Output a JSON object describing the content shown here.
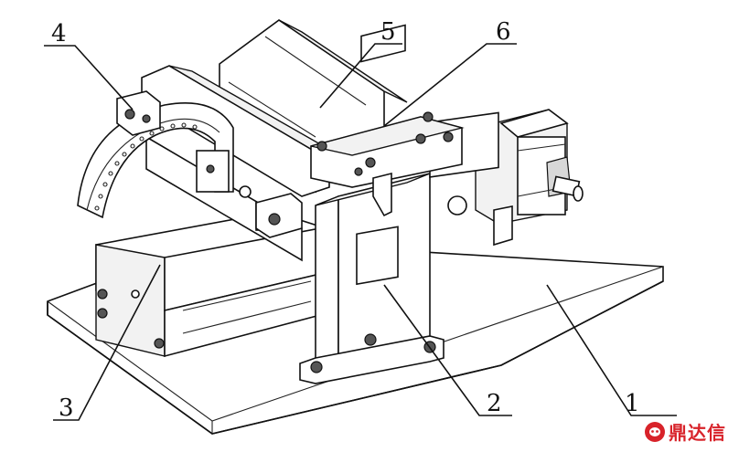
{
  "callouts": {
    "c1": "1",
    "c2": "2",
    "c3": "3",
    "c4": "4",
    "c5": "5",
    "c6": "6"
  },
  "watermark": {
    "text": "鼎达信",
    "logo_icon": "mask-logo-icon",
    "color": "#d8232a"
  }
}
